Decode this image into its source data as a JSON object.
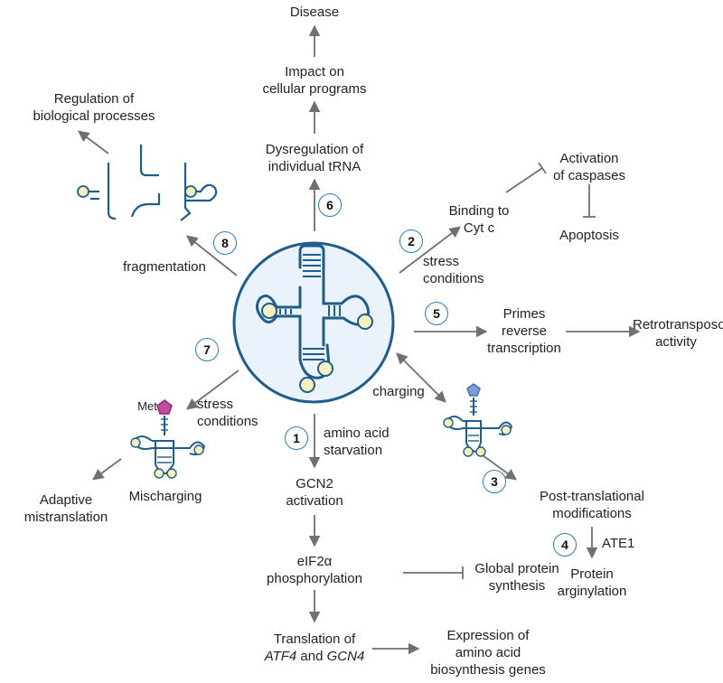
{
  "labels": {
    "disease": "Disease",
    "impact_1": "Impact on",
    "impact_2": "cellular programs",
    "dysreg_1": "Dysregulation of",
    "dysreg_2": "individual tRNA",
    "regulation_1": "Regulation of",
    "regulation_2": "biological processes",
    "fragmentation": "fragmentation",
    "binding_1": "Binding to",
    "binding_2": "Cyt c",
    "activation_1": "Activation",
    "activation_2": "of caspases",
    "apoptosis": "Apoptosis",
    "stress_1": "stress",
    "stress_2": "conditions",
    "primes_1": "Primes",
    "primes_2": "reverse",
    "primes_3": "transcription",
    "retro_1": "Retrotransposon",
    "retro_2": "activity",
    "charging": "charging",
    "stress7_1": "stress",
    "stress7_2": "conditions",
    "met": "Met",
    "mischarging": "Mischarging",
    "adaptive_1": "Adaptive",
    "adaptive_2": "mistranslation",
    "aa_starv_1": "amino acid",
    "aa_starv_2": "starvation",
    "gcn2_1": "GCN2",
    "gcn2_2": "activation",
    "eif_1": "eIF2α",
    "eif_2": "phosphorylation",
    "global_1": "Global protein",
    "global_2": "synthesis",
    "translation_1": "Translation of",
    "atf4": "ATF4",
    "and": " and ",
    "gcn4": "GCN4",
    "expression_1": "Expression of",
    "expression_2": "amino acid",
    "expression_3": "biosynthesis genes",
    "ptm_1": "Post-translational",
    "ptm_2": "modifications",
    "ate1": "ATE1",
    "arg_1": "Protein",
    "arg_2": "arginylation"
  },
  "steps": [
    "1",
    "2",
    "3",
    "4",
    "5",
    "6",
    "7",
    "8"
  ],
  "colors": {
    "trna_stroke": "#1f5d8c",
    "circle_fill": "#eaf3fb",
    "loop_fill": "#f6efbf",
    "arrow": "#707070",
    "number_ring": "#2a7fbf",
    "met_pentagon": "#c34aa0",
    "charged_pentagon": "#7a9fd6"
  }
}
